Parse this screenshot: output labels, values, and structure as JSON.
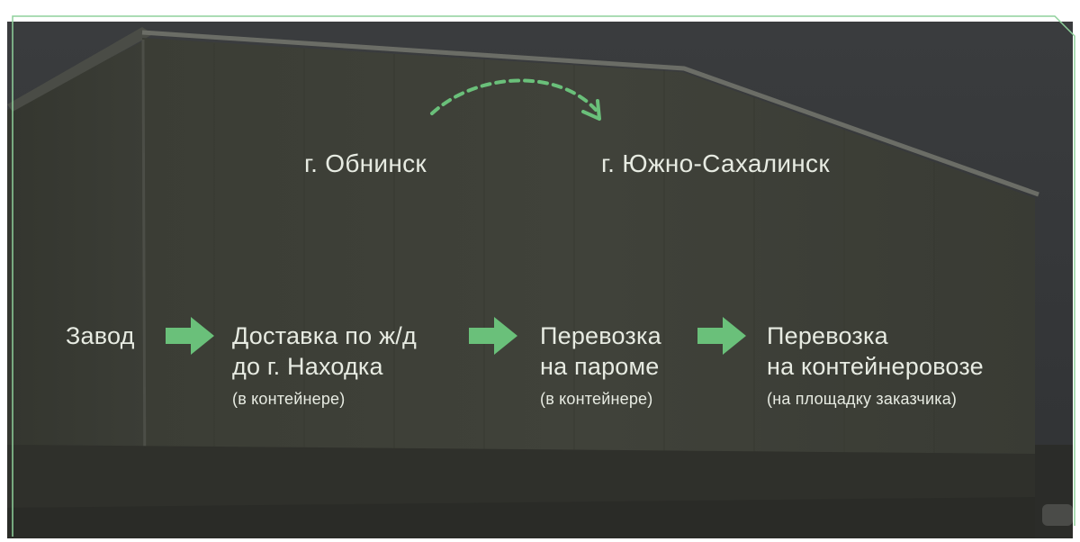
{
  "route": {
    "from": "г. Обнинск",
    "to": "г. Южно-Сахалинск"
  },
  "steps": [
    {
      "lines": [
        "Завод"
      ],
      "note": ""
    },
    {
      "lines": [
        "Доставка по ж/д",
        "до г. Находка"
      ],
      "note": "(в контейнере)"
    },
    {
      "lines": [
        "Перевозка",
        "на пароме"
      ],
      "note": "(в контейнере)"
    },
    {
      "lines": [
        "Перевозка",
        "на контейнеровозе"
      ],
      "note": "(на площадку заказчика)"
    }
  ],
  "colors": {
    "accent": "#6ac07a",
    "frame": "#8fd19b",
    "text": "#e7ebe2",
    "overlay": "#2e302b"
  },
  "icons": {
    "step_arrow": "arrow-right-icon",
    "route_arrow": "dashed-curved-arrow-icon"
  }
}
